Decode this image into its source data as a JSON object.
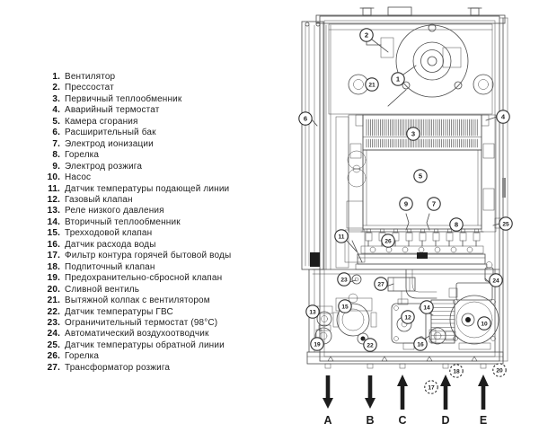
{
  "legend": {
    "items": [
      {
        "num": "1.",
        "label": "Вентилятор"
      },
      {
        "num": "2.",
        "label": "Прессостат"
      },
      {
        "num": "3.",
        "label": "Первичный теплообменник"
      },
      {
        "num": "4.",
        "label": "Аварийный термостат"
      },
      {
        "num": "5.",
        "label": "Камера сгорания"
      },
      {
        "num": "6.",
        "label": "Расширительный бак"
      },
      {
        "num": "7.",
        "label": "Электрод ионизации"
      },
      {
        "num": "8.",
        "label": "Горелка"
      },
      {
        "num": "9.",
        "label": "Электрод розжига"
      },
      {
        "num": "10.",
        "label": "Насос"
      },
      {
        "num": "11.",
        "label": "Датчик температуры подающей линии"
      },
      {
        "num": "12.",
        "label": "Газовый клапан"
      },
      {
        "num": "13.",
        "label": "Реле низкого давления"
      },
      {
        "num": "14.",
        "label": "Вторичный теплообменник"
      },
      {
        "num": "15.",
        "label": "Трехходовой клапан"
      },
      {
        "num": "16.",
        "label": "Датчик расхода воды"
      },
      {
        "num": "17.",
        "label": "Фильтр контура горячей бытовой воды"
      },
      {
        "num": "18.",
        "label": "Подпиточный клапан"
      },
      {
        "num": "19.",
        "label": "Предохранительно-сбросной клапан"
      },
      {
        "num": "20.",
        "label": "Сливной вентиль"
      },
      {
        "num": "21.",
        "label": "Вытяжной колпак с вентилятором"
      },
      {
        "num": "22.",
        "label": "Датчик температуры ГВС"
      },
      {
        "num": "23.",
        "label": "Ограничительный термостат (98°С)"
      },
      {
        "num": "24.",
        "label": "Автоматический воздухоотводчик"
      },
      {
        "num": "25.",
        "label": "Датчик температуры обратной линии"
      },
      {
        "num": "26.",
        "label": "Горелка"
      },
      {
        "num": "27.",
        "label": "Трансформатор розжига"
      }
    ]
  },
  "diagram": {
    "callouts": [
      {
        "label": "1",
        "style": "solid"
      },
      {
        "label": "2",
        "style": "solid"
      },
      {
        "label": "3",
        "style": "solid"
      },
      {
        "label": "4",
        "style": "solid"
      },
      {
        "label": "5",
        "style": "solid"
      },
      {
        "label": "6",
        "style": "solid"
      },
      {
        "label": "7",
        "style": "solid"
      },
      {
        "label": "8",
        "style": "solid"
      },
      {
        "label": "9",
        "style": "solid"
      },
      {
        "label": "10",
        "style": "solid"
      },
      {
        "label": "11",
        "style": "solid"
      },
      {
        "label": "12",
        "style": "solid"
      },
      {
        "label": "13",
        "style": "solid"
      },
      {
        "label": "14",
        "style": "solid"
      },
      {
        "label": "15",
        "style": "solid"
      },
      {
        "label": "16",
        "style": "solid"
      },
      {
        "label": "17",
        "style": "dashed"
      },
      {
        "label": "18",
        "style": "dashed"
      },
      {
        "label": "19",
        "style": "solid"
      },
      {
        "label": "20",
        "style": "dashed"
      },
      {
        "label": "21",
        "style": "solid"
      },
      {
        "label": "22",
        "style": "solid"
      },
      {
        "label": "23",
        "style": "solid"
      },
      {
        "label": "24",
        "style": "solid"
      },
      {
        "label": "25",
        "style": "solid"
      },
      {
        "label": "26",
        "style": "solid"
      },
      {
        "label": "27",
        "style": "solid"
      }
    ],
    "arrows": [
      {
        "label": "A",
        "direction": "down"
      },
      {
        "label": "B",
        "direction": "down"
      },
      {
        "label": "C",
        "direction": "up"
      },
      {
        "label": "D",
        "direction": "up"
      },
      {
        "label": "E",
        "direction": "up"
      }
    ]
  },
  "colors": {
    "line": "#4b4b4b",
    "text": "#1c1c1c",
    "arrow": "#1d1d1d"
  }
}
